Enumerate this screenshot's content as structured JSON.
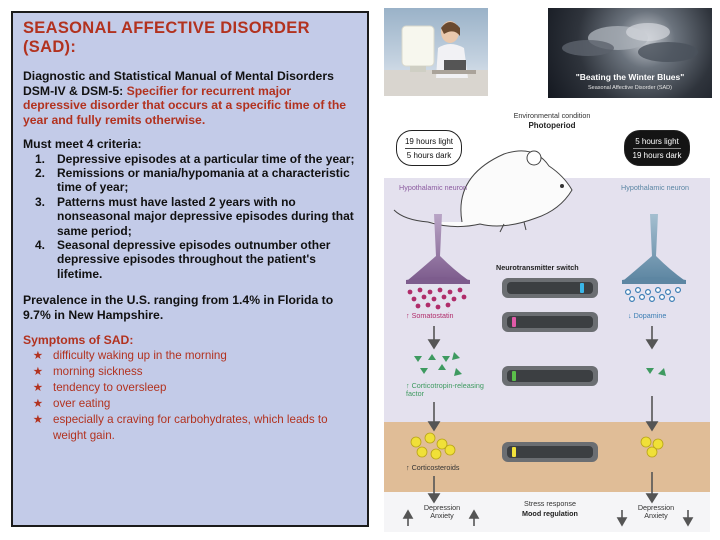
{
  "left": {
    "title": "SEASONAL AFFECTIVE DISORDER (SAD):",
    "dsm_text": "Diagnostic and Statistical Manual of Mental Disorders DSM-IV & DSM-5: ",
    "dsm_highlight": "Specifier for recurrent major depressive disorder that occurs at a specific time of the year and fully remits otherwise.",
    "criteria_heading": "Must meet 4 criteria:",
    "criteria": [
      {
        "num": "1.",
        "text": "Depressive episodes at a particular time of the year;"
      },
      {
        "num": "2.",
        "text": "Remissions or mania/hypomania at a characteristic time of year;"
      },
      {
        "num": "3.",
        "text": "Patterns must have lasted 2 years with no nonseasonal major depressive episodes during that same period;"
      },
      {
        "num": "4.",
        "text": "Seasonal depressive episodes outnumber other depressive episodes throughout the patient's lifetime."
      }
    ],
    "prevalence": "Prevalence in the U.S. ranging from 1.4% in Florida to 9.7% in New Hampshire.",
    "symptoms_heading": "Symptoms of SAD:",
    "symptoms": [
      "difficulty waking up in the morning",
      "morning sickness",
      "tendency to oversleep",
      "over eating",
      "especially a craving for carbohydrates, which leads to weight gain."
    ]
  },
  "photo_caption": {
    "title": "\"Beating the Winter Blues\"",
    "subtitle": "Seasonal Affective Disorder (SAD)"
  },
  "diagram": {
    "env_label": "Environmental condition",
    "photoperiod": "Photoperiod",
    "left_box": {
      "light": "19 hours light",
      "dark": "5 hours dark"
    },
    "right_box": {
      "light": "5 hours light",
      "dark": "19 hours dark"
    },
    "hypo_left": "Hypothalamic neuron",
    "hypo_right": "Hypothalamic neuron",
    "switch_label": "Neurotransmitter switch",
    "somatostatin": "↑ Somatostatin",
    "dopamine": "↓ Dopamine",
    "crf": "↑ Corticotropin-releasing factor",
    "corticosteroids": "↑ Corticosteroids",
    "stress_response": "Stress response",
    "mood_regulation": "Mood regulation",
    "bottom_left": "Depression Anxiety",
    "bottom_right": "Depression Anxiety"
  },
  "colors": {
    "panel_bg": "#c3cbe8",
    "accent_red": "#b2321f",
    "lavender_band": "#e4e1ee",
    "tan_band": "#e0bd97"
  }
}
